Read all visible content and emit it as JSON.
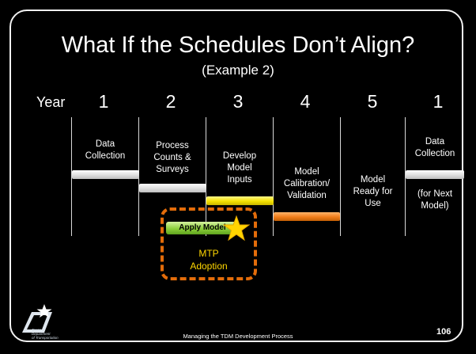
{
  "slide": {
    "title": "What If the Schedules Don’t Align?",
    "subtitle": "(Example 2)"
  },
  "timeline": {
    "year_label": "Year",
    "years": [
      "1",
      "2",
      "3",
      "4",
      "5",
      "1"
    ]
  },
  "phases": [
    {
      "lines": [
        "Data",
        "Collection"
      ]
    },
    {
      "lines": [
        "Process",
        "Counts &",
        "Surveys"
      ]
    },
    {
      "lines": [
        "Develop",
        "Model",
        "Inputs"
      ]
    },
    {
      "lines": [
        "Model",
        "Calibration/",
        "Validation"
      ]
    },
    {
      "lines": [
        "Model",
        "Ready for",
        "Use"
      ]
    },
    {
      "lines": [
        "Data",
        "Collection"
      ],
      "lines2": [
        "(for Next",
        "Model)"
      ]
    }
  ],
  "milestone": {
    "apply_label": "Apply Model",
    "adoption_lines": [
      "MTP",
      "Adoption"
    ]
  },
  "footer": {
    "text": "Managing the TDM Development Process",
    "page_number": "106",
    "logo_lines": [
      "Texas",
      "Department",
      "of Transportation"
    ]
  },
  "colors": {
    "background": "#000000",
    "dashed_border": "#e36c0a",
    "adoption_text": "#ffd700",
    "yellow_bar": "#f5e200",
    "orange_bar": "#f07d1a",
    "apply_green": "#8ccf3a",
    "star": "#ffd400"
  },
  "icons": {
    "star": "star-icon",
    "logo": "txdot-logo-icon"
  }
}
